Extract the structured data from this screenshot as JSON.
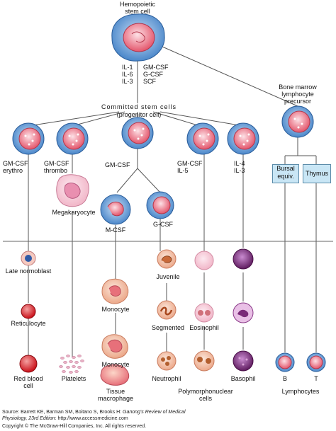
{
  "stem_cell": {
    "line1": "Hemopoietic",
    "line2": "stem cell"
  },
  "factors": {
    "left": [
      "IL-1",
      "IL-6",
      "IL-3"
    ],
    "right": [
      "GM-CSF",
      "G-CSF",
      "SCF"
    ]
  },
  "committed": {
    "line1": "Committed stem cells",
    "line2": "(progenitor cell)"
  },
  "bone_marrow": {
    "line1": "Bone marrow",
    "line2": "lymphocyte",
    "line3": "precursor"
  },
  "growth": {
    "erythro": [
      "GM-CSF",
      "erythro"
    ],
    "thrombo": [
      "GM-CSF",
      "thrombo"
    ],
    "mono": [
      "GM-CSF"
    ],
    "eosino": [
      "GM-CSF",
      "IL-5"
    ],
    "baso": [
      "IL-4",
      "IL-3"
    ],
    "mcsf": "M-CSF",
    "gcsf": "G-CSF"
  },
  "boxes": {
    "bursal": [
      "Bursal",
      "equiv."
    ],
    "thymus": "Thymus"
  },
  "cells": {
    "megakaryocyte": "Megakaryocyte",
    "late_normoblast": "Late normoblast",
    "reticulocyte": "Reticulocyte",
    "rbc": [
      "Red blood",
      "cell"
    ],
    "platelets": "Platelets",
    "monocyte1": "Monocyte",
    "monocyte2": "Monocyte",
    "tissue_macrophage": [
      "Tissue",
      "macrophage"
    ],
    "juvenile": "Juvenile",
    "segmented": "Segmented",
    "neutrophil": "Neutrophil",
    "eosinophil": "Eosinophil",
    "basophil": "Basophil",
    "b": "B",
    "t": "T",
    "polymorpho": [
      "Polymorphonuclear",
      "cells"
    ],
    "lymphocytes": "Lymphocytes"
  },
  "source": {
    "prefix": "Source: Barrett KE, Barman SM, Boitano S, Brooks H: ",
    "book1": "Ganong's Review of Medical",
    "book2": "Physiology, 23rd Edition",
    "suffix": ": http://www.accessmedicine.com",
    "copyright": "Copyright © The McGraw-Hill Companies, Inc. All rights reserved."
  },
  "colors": {
    "stem_blue": "#4a86c8",
    "nucleus_red": "#e8546a",
    "rbc_red": "#d8141e",
    "purple": "#7a2a78",
    "box_fill": "#c9e6f5"
  }
}
